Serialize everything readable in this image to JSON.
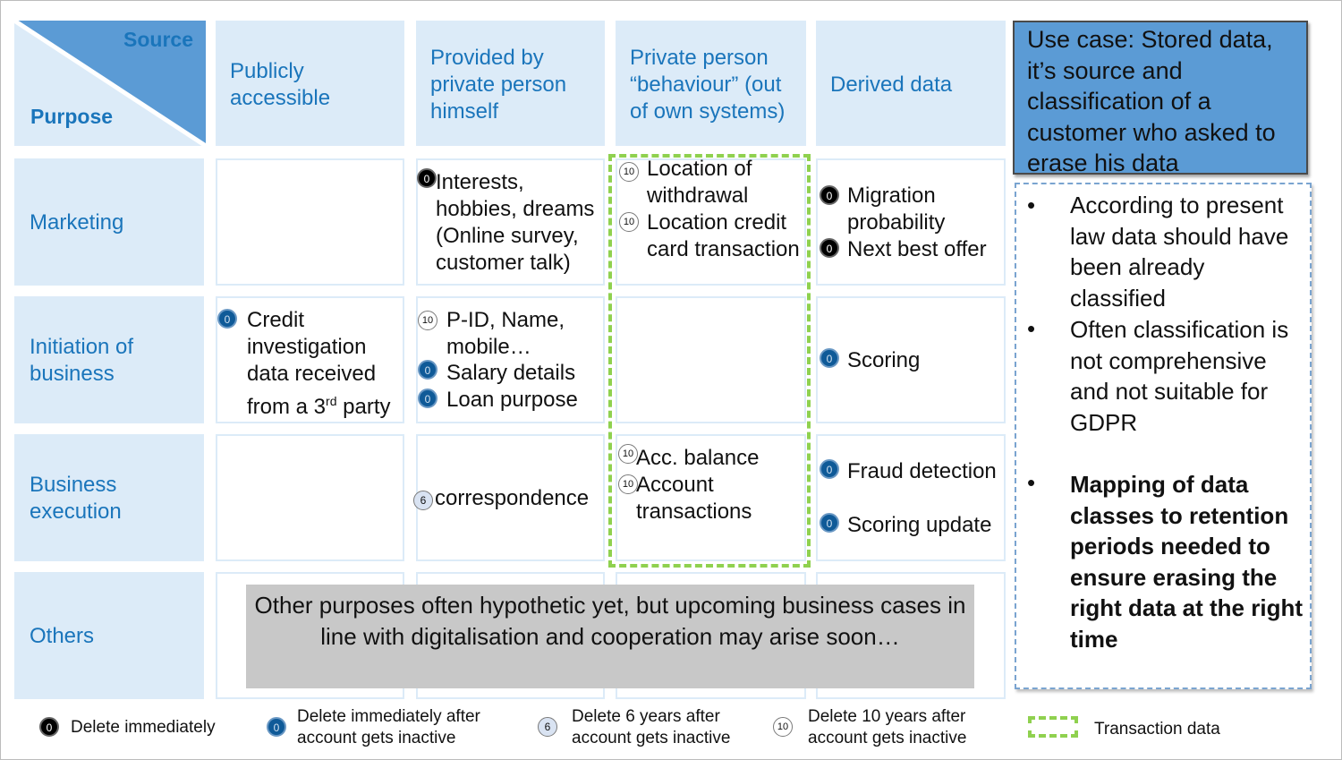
{
  "corner": {
    "source": "Source",
    "purpose": "Purpose"
  },
  "columns": [
    "Publicly accessible",
    "Provided by private person himself",
    "Private person “behaviour” (out of own systems)",
    "Derived data"
  ],
  "rows": [
    "Marketing",
    "Initiation of business",
    "Business execution",
    "Others"
  ],
  "cells": {
    "marketing_provided": {
      "badge": "0",
      "text": "Interests, hobbies, dreams (Online survey, customer talk)"
    },
    "marketing_behaviour": [
      {
        "badge": "10",
        "text": "Location of withdrawal"
      },
      {
        "badge": "10",
        "text": "Location credit card transaction"
      }
    ],
    "marketing_derived": [
      {
        "badge": "0",
        "text": "Migration probability"
      },
      {
        "badge": "0",
        "text": "Next best offer"
      }
    ],
    "initiation_public": {
      "badge": "0",
      "text_main": "Credit investigation data received from a 3",
      "sup": "rd",
      "text_end": " party"
    },
    "initiation_provided": [
      {
        "badge": "10",
        "text": "P-ID, Name, mobile…"
      },
      {
        "badge": "0",
        "text": "Salary details"
      },
      {
        "badge": "0",
        "text": "Loan purpose"
      }
    ],
    "initiation_derived": {
      "badge": "0",
      "text": "Scoring"
    },
    "execution_provided": {
      "badge": "6",
      "text": "correspondence"
    },
    "execution_behaviour": [
      {
        "badge": "10",
        "text": "Acc. balance"
      },
      {
        "badge": "10",
        "text": "Account transactions"
      }
    ],
    "execution_derived": [
      {
        "badge": "0",
        "text": "Fraud detection"
      },
      {
        "badge": "0",
        "text": "Scoring update"
      }
    ]
  },
  "others_note": "Other purposes often hypothetic yet, but upcoming business cases in line with digitalisation and cooperation may arise soon…",
  "use_case": "Use case: Stored data, it’s source and classification of a customer who asked to erase his data",
  "bullets": [
    {
      "text": "According to present law data should have been already classified",
      "bold": false
    },
    {
      "text": "Often classification is not comprehensive and not suitable for GDPR",
      "bold": true
    },
    {
      "text": "Mapping of data classes to retention periods needed to ensure erasing the right data at the right time",
      "bold": true
    }
  ],
  "legend": [
    {
      "badge": "0",
      "style": "black",
      "label": "Delete immediately"
    },
    {
      "badge": "0",
      "style": "blue",
      "label": "Delete immediately after account gets inactive"
    },
    {
      "badge": "6",
      "style": "light",
      "label": "Delete 6 years after account gets inactive"
    },
    {
      "badge": "10",
      "style": "white",
      "label": "Delete 10 years after account gets inactive"
    },
    {
      "badge": "",
      "style": "dashed-green",
      "label": "Transaction data"
    }
  ],
  "colors": {
    "header_bg": "#dcebf8",
    "header_text": "#1a75bb",
    "use_case_bg": "#5b9bd5",
    "transaction_border": "#8fd14f"
  }
}
